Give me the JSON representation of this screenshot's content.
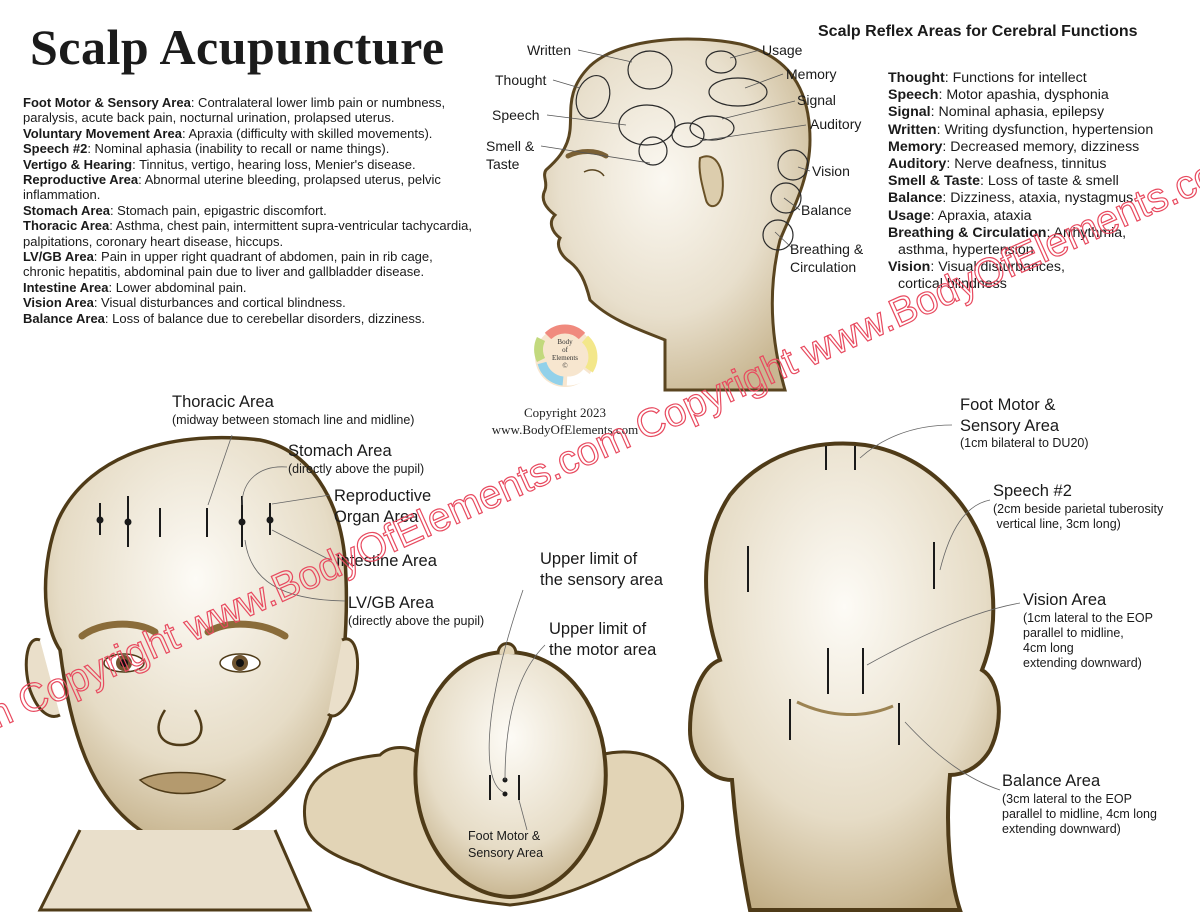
{
  "title": "Scalp Acupuncture",
  "areas_description": [
    {
      "name": "Foot Motor & Sensory Area",
      "text": ": Contralateral lower limb pain or numbness, paralysis, acute back pain, nocturnal urination, prolapsed uterus."
    },
    {
      "name": "Voluntary Movement Area",
      "text": ": Apraxia (difficulty with skilled movements)."
    },
    {
      "name": "Speech #2",
      "text": ": Nominal aphasia (inability to recall or name things)."
    },
    {
      "name": "Vertigo & Hearing",
      "text": ": Tinnitus, vertigo, hearing loss, Menier's disease."
    },
    {
      "name": "Reproductive Area",
      "text": ": Abnormal uterine bleeding, prolapsed uterus, pelvic inflammation."
    },
    {
      "name": "Stomach Area",
      "text": ": Stomach pain, epigastric discomfort."
    },
    {
      "name": "Thoracic Area",
      "text": ": Asthma, chest pain, intermittent supra-ventricular tachycardia, palpitations, coronary heart disease, hiccups."
    },
    {
      "name": "LV/GB Area",
      "text": ": Pain in upper right quadrant of abdomen, pain in rib cage, chronic hepatitis, abdominal pain due to liver and gallbladder disease."
    },
    {
      "name": "Intestine Area",
      "text": ": Lower abdominal pain."
    },
    {
      "name": "Vision Area",
      "text": ": Visual disturbances and cortical blindness."
    },
    {
      "name": "Balance Area",
      "text": ": Loss of balance due to cerebellar disorders, dizziness."
    }
  ],
  "reflex": {
    "title": "Scalp Reflex Areas for Cerebral Functions",
    "items": [
      {
        "name": "Thought",
        "text": ": Functions for intellect"
      },
      {
        "name": "Speech",
        "text": ": Motor apashia, dysphonia"
      },
      {
        "name": "Signal",
        "text": ": Nominal aphasia, epilepsy"
      },
      {
        "name": "Written",
        "text": ": Writing dysfunction, hypertension"
      },
      {
        "name": "Memory",
        "text": ": Decreased memory, dizziness"
      },
      {
        "name": "Auditory",
        "text": ": Nerve deafness, tinnitus"
      },
      {
        "name": "Smell & Taste",
        "text": ": Loss of taste & smell"
      },
      {
        "name": "Balance",
        "text": ": Dizziness, ataxia, nystagmus"
      },
      {
        "name": "Usage",
        "text": ": Apraxia, ataxia"
      },
      {
        "name": "Breathing & Circulation",
        "text": ": Arrhythmia,",
        "cont": "asthma, hypertension"
      },
      {
        "name": "Vision",
        "text": ": Visual disturbances,",
        "cont": "cortical blindness"
      }
    ]
  },
  "side_head_labels": {
    "written": "Written",
    "thought": "Thought",
    "speech": "Speech",
    "smell_taste_1": "Smell &",
    "smell_taste_2": "Taste",
    "usage": "Usage",
    "memory": "Memory",
    "signal": "Signal",
    "auditory": "Auditory",
    "vision": "Vision",
    "balance": "Balance",
    "breathing_1": "Breathing &",
    "breathing_2": "Circulation"
  },
  "logo": {
    "line1": "Body",
    "line2": "of",
    "line3": "Elements",
    "symbol": "©"
  },
  "copyright": {
    "line1": "Copyright 2023",
    "line2": "www.BodyOfElements.com"
  },
  "front_labels": {
    "thoracic": "Thoracic Area",
    "thoracic_note": "(midway between stomach line and midline)",
    "stomach": "Stomach Area",
    "stomach_note": "(directly above the pupil)",
    "reproductive_1": "Reproductive",
    "reproductive_2": "Organ Area",
    "intestine": "Intestine Area",
    "lvgb": "LV/GB Area",
    "lvgb_note": "(directly above the pupil)"
  },
  "top_labels": {
    "sensory_1": "Upper limit of",
    "sensory_2": "the sensory area",
    "motor_1": "Upper limit of",
    "motor_2": "the motor area",
    "foot_1": "Foot Motor &",
    "foot_2": "Sensory Area"
  },
  "back_labels": {
    "foot_1": "Foot Motor &",
    "foot_2": "Sensory Area",
    "foot_note": "(1cm bilateral to DU20)",
    "speech2": "Speech #2",
    "speech2_note_1": "(2cm beside parietal tuberosity",
    "speech2_note_2": " vertical line, 3cm long)",
    "vision": "Vision Area",
    "vision_note_1": "(1cm lateral to the EOP",
    "vision_note_2": "parallel to midline,",
    "vision_note_3": "4cm long",
    "vision_note_4": "extending downward)",
    "balance": "Balance Area",
    "balance_note_1": "(3cm lateral to the EOP",
    "balance_note_2": "parallel to midline, 4cm long",
    "balance_note_3": "extending downward)"
  },
  "watermark": {
    "text": "m Copyright www.BodyOfElements.com Copyright www.BodyOfElements.com Co"
  },
  "colors": {
    "skin": "#e6dcc8",
    "outline": "#5a4520",
    "watermark": "#e84a5f"
  }
}
